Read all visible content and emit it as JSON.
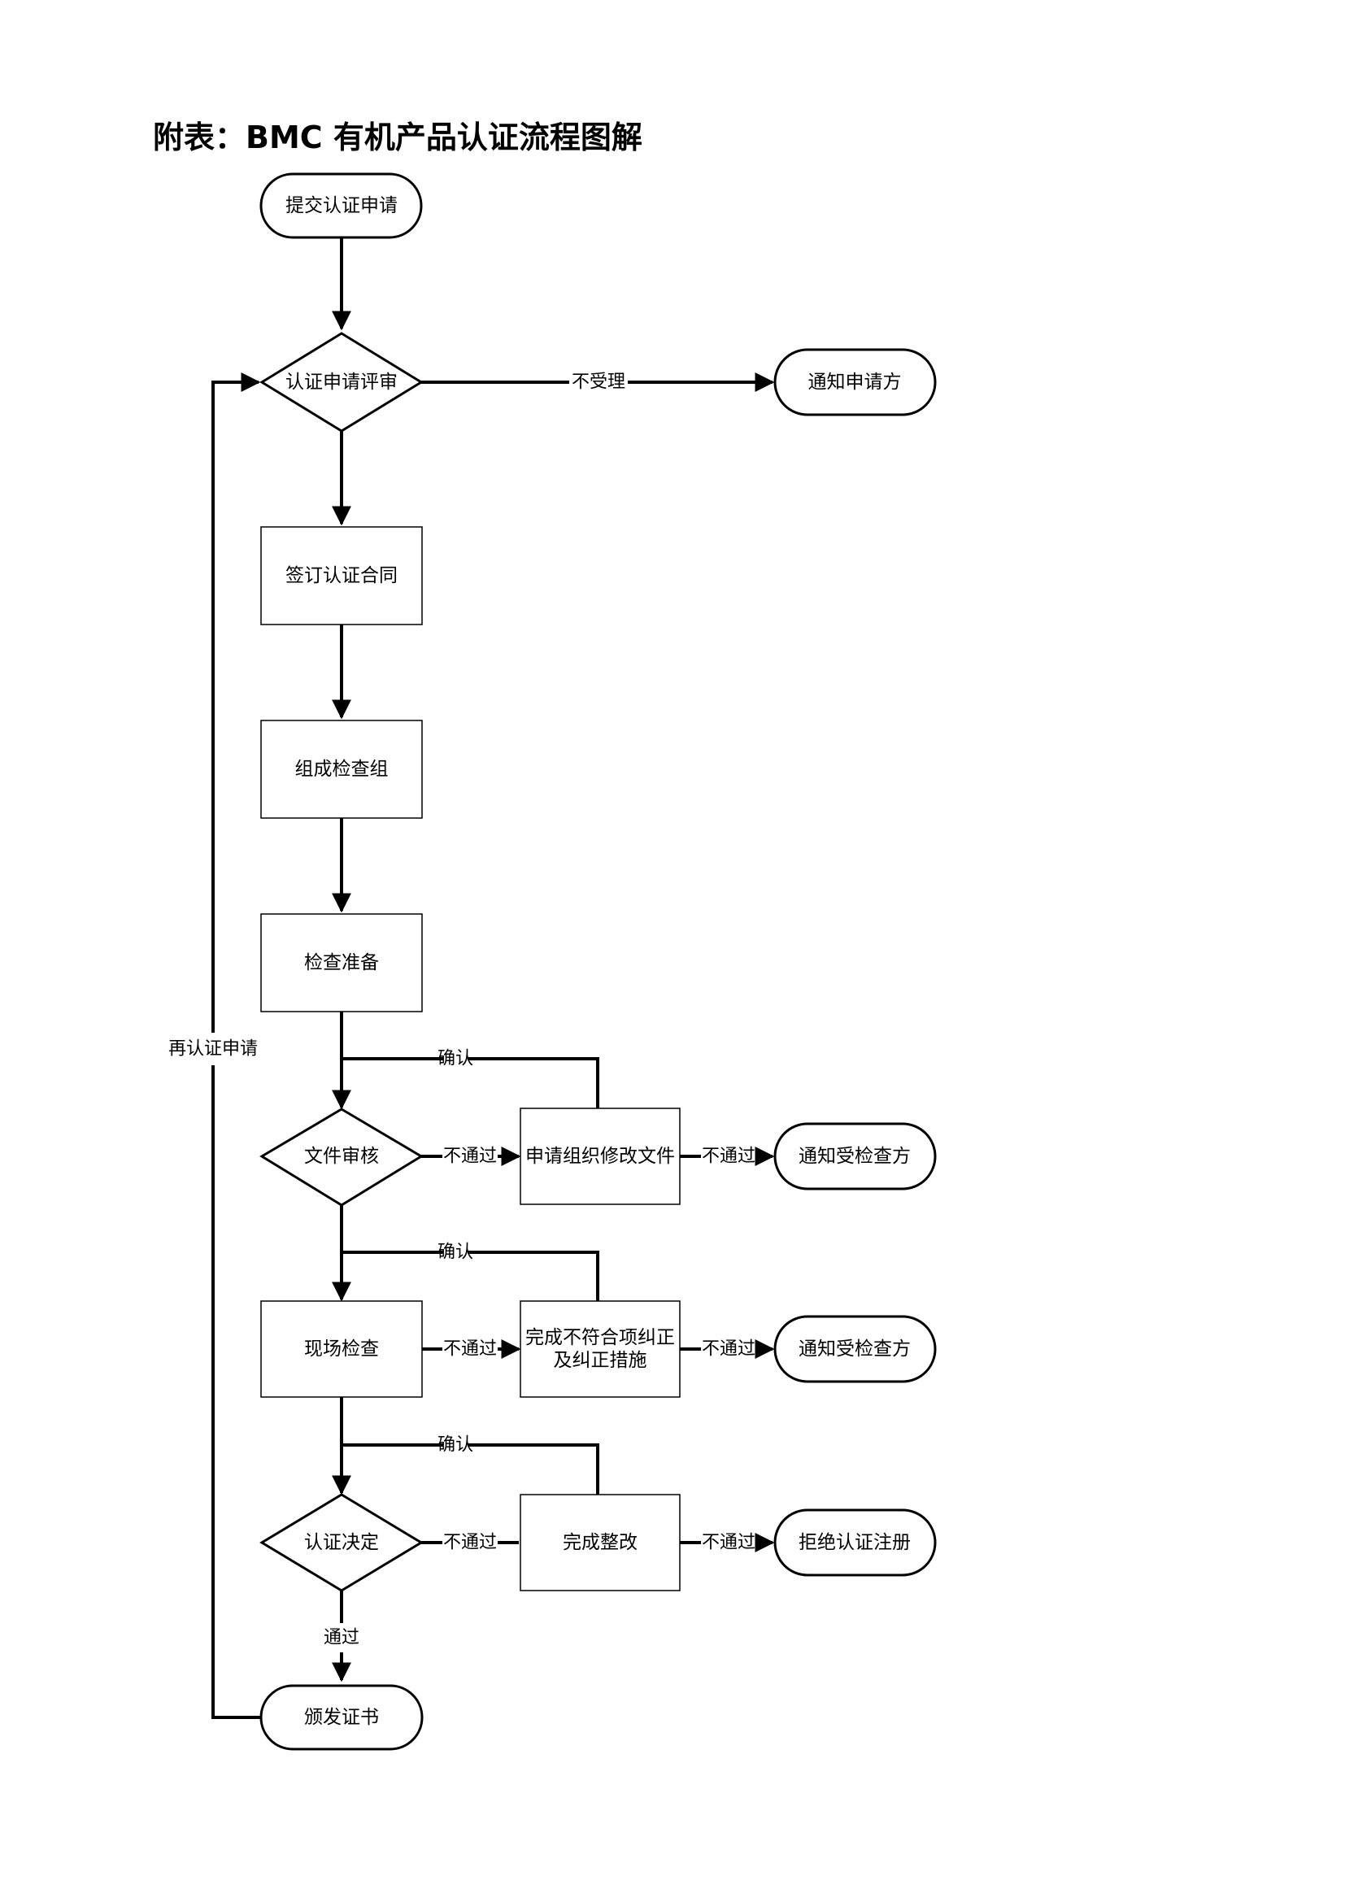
{
  "page": {
    "title": "附表：BMC 有机产品认证流程图解"
  },
  "nodes": {
    "submit": "提交认证申请",
    "review": "认证申请评审",
    "notify_applicant": "通知申请方",
    "contract": "签订认证合同",
    "team": "组成检查组",
    "prep": "检查准备",
    "doc_review": "文件审核",
    "modify_docs": "申请组织修改文件",
    "notify_inspected_1": "通知受检查方",
    "onsite": "现场检查",
    "corrective_1": "完成不符合项纠正",
    "corrective_2": "及纠正措施",
    "notify_inspected_2": "通知受检查方",
    "decision": "认证决定",
    "rectify": "完成整改",
    "reject": "拒绝认证注册",
    "issue": "颁发证书"
  },
  "edges": {
    "not_accepted": "不受理",
    "fail_1": "不通过",
    "fail_2": "不通过",
    "fail_3": "不通过",
    "fail_4": "不通过",
    "fail_5": "不通过",
    "fail_6": "不通过",
    "confirm_1": "确认",
    "confirm_2": "确认",
    "confirm_3": "确认",
    "pass": "通过",
    "reapply": "再认证申请"
  }
}
